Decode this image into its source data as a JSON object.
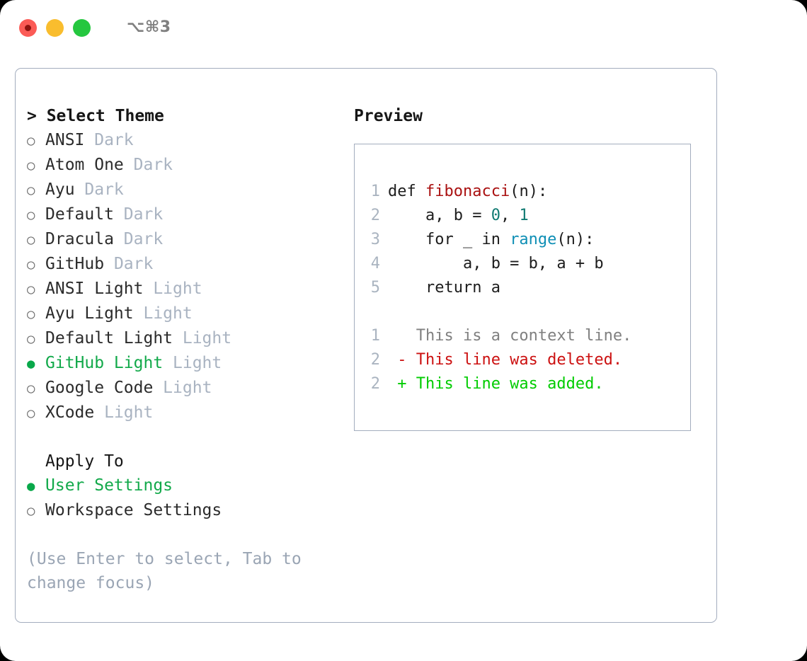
{
  "titlebar": {
    "shortcut": "⌥⌘3",
    "buttons": {
      "close": "close",
      "minimize": "minimize",
      "zoom": "zoom"
    }
  },
  "left": {
    "section_title": "> Select Theme",
    "themes": [
      {
        "bullet": "○",
        "label": "ANSI",
        "suffix": "Dark",
        "selected": false
      },
      {
        "bullet": "○",
        "label": "Atom One",
        "suffix": "Dark",
        "selected": false
      },
      {
        "bullet": "○",
        "label": "Ayu",
        "suffix": "Dark",
        "selected": false
      },
      {
        "bullet": "○",
        "label": "Default",
        "suffix": "Dark",
        "selected": false
      },
      {
        "bullet": "○",
        "label": "Dracula",
        "suffix": "Dark",
        "selected": false
      },
      {
        "bullet": "○",
        "label": "GitHub",
        "suffix": "Dark",
        "selected": false
      },
      {
        "bullet": "○",
        "label": "ANSI Light",
        "suffix": "Light",
        "selected": false
      },
      {
        "bullet": "○",
        "label": "Ayu Light",
        "suffix": "Light",
        "selected": false
      },
      {
        "bullet": "○",
        "label": "Default Light",
        "suffix": "Light",
        "selected": false
      },
      {
        "bullet": "●",
        "label": "GitHub Light",
        "suffix": "Light",
        "selected": true
      },
      {
        "bullet": "○",
        "label": "Google Code",
        "suffix": "Light",
        "selected": false
      },
      {
        "bullet": "○",
        "label": "XCode",
        "suffix": "Light",
        "selected": false
      }
    ],
    "apply_to_title": "Apply To",
    "apply_to": [
      {
        "bullet": "●",
        "label": "User Settings",
        "suffix": "",
        "selected": true
      },
      {
        "bullet": "○",
        "label": "Workspace Settings",
        "suffix": "",
        "selected": false
      }
    ],
    "hint": "(Use Enter to select, Tab to change focus)"
  },
  "right": {
    "preview_title": "Preview",
    "code_lines": [
      {
        "number": "1",
        "tokens": [
          {
            "text": "def ",
            "kind": "kw"
          },
          {
            "text": "fibonacci",
            "kind": "func"
          },
          {
            "text": "(n):",
            "kind": "plain"
          }
        ]
      },
      {
        "number": "2",
        "tokens": [
          {
            "text": "    a, b = ",
            "kind": "plain"
          },
          {
            "text": "0",
            "kind": "num"
          },
          {
            "text": ", ",
            "kind": "plain"
          },
          {
            "text": "1",
            "kind": "num"
          }
        ]
      },
      {
        "number": "3",
        "tokens": [
          {
            "text": "    for _ in ",
            "kind": "kw"
          },
          {
            "text": "range",
            "kind": "builtin"
          },
          {
            "text": "(n):",
            "kind": "plain"
          }
        ]
      },
      {
        "number": "4",
        "tokens": [
          {
            "text": "        a, b = b, a + b",
            "kind": "plain"
          }
        ]
      },
      {
        "number": "5",
        "tokens": [
          {
            "text": "    return a",
            "kind": "kw"
          }
        ]
      }
    ],
    "diff_lines": [
      {
        "number": "1",
        "text": "   This is a context line.",
        "kind": "context"
      },
      {
        "number": "2",
        "text": " - This line was deleted.",
        "kind": "del"
      },
      {
        "number": "2",
        "text": " + This line was added.",
        "kind": "add"
      }
    ]
  },
  "colors": {
    "accent_green": "#12a94a",
    "muted": "#a9b3c1",
    "border": "#a3adbe",
    "diff_added": "#00cc00",
    "diff_deleted": "#cc1111",
    "func_red": "#aa1111",
    "number_teal": "#107a72",
    "builtin_blue": "#0f8fb5",
    "light_red": "#fb5b56",
    "light_yellow": "#f9bd2e",
    "light_green": "#25c73f"
  }
}
